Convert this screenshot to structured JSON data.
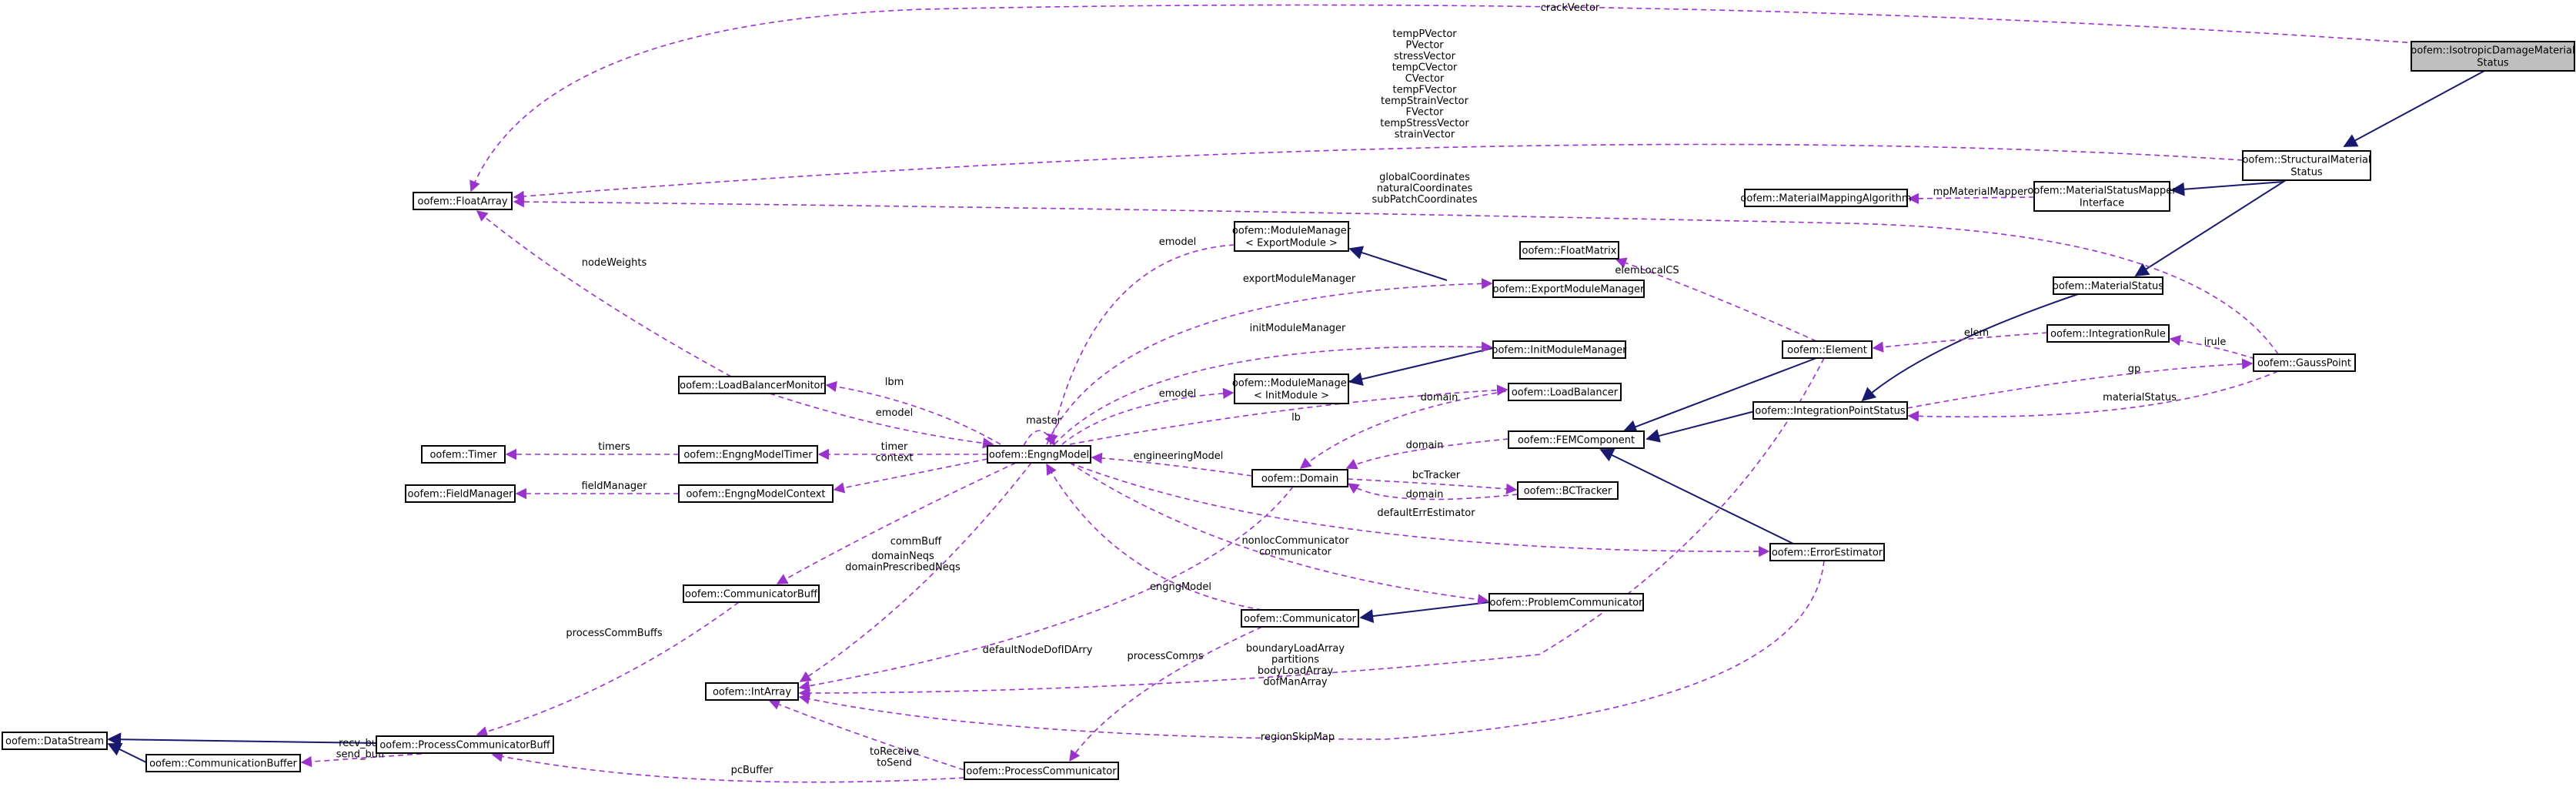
{
  "diagram": {
    "nodes": [
      {
        "id": "isotropic",
        "lines": [
          "oofem::IsotropicDamageMaterial",
          "Status"
        ],
        "root": true
      },
      {
        "id": "structural",
        "lines": [
          "oofem::StructuralMaterial",
          "Status"
        ]
      },
      {
        "id": "floatarray",
        "lines": [
          "oofem::FloatArray"
        ]
      },
      {
        "id": "mapalg",
        "lines": [
          "oofem::MaterialMappingAlgorithm"
        ]
      },
      {
        "id": "mapper",
        "lines": [
          "oofem::MaterialStatusMapper",
          "Interface"
        ]
      },
      {
        "id": "matstatus",
        "lines": [
          "oofem::MaterialStatus"
        ]
      },
      {
        "id": "floatmatrix",
        "lines": [
          "oofem::FloatMatrix"
        ]
      },
      {
        "id": "mmexport",
        "lines": [
          "oofem::ModuleManager",
          "< ExportModule >"
        ]
      },
      {
        "id": "exportmm",
        "lines": [
          "oofem::ExportModuleManager"
        ]
      },
      {
        "id": "element",
        "lines": [
          "oofem::Element"
        ]
      },
      {
        "id": "intrule",
        "lines": [
          "oofem::IntegrationRule"
        ]
      },
      {
        "id": "gausspoint",
        "lines": [
          "oofem::GaussPoint"
        ]
      },
      {
        "id": "initmm",
        "lines": [
          "oofem::InitModuleManager"
        ]
      },
      {
        "id": "lbmonitor",
        "lines": [
          "oofem::LoadBalancerMonitor"
        ]
      },
      {
        "id": "mminit",
        "lines": [
          "oofem::ModuleManager",
          "< InitModule >"
        ]
      },
      {
        "id": "loadbalancer",
        "lines": [
          "oofem::LoadBalancer"
        ]
      },
      {
        "id": "ipstatus",
        "lines": [
          "oofem::IntegrationPointStatus"
        ]
      },
      {
        "id": "timer",
        "lines": [
          "oofem::Timer"
        ]
      },
      {
        "id": "emtimer",
        "lines": [
          "oofem::EngngModelTimer"
        ]
      },
      {
        "id": "engng",
        "lines": [
          "oofem::EngngModel"
        ]
      },
      {
        "id": "fem",
        "lines": [
          "oofem::FEMComponent"
        ]
      },
      {
        "id": "fieldmgr",
        "lines": [
          "oofem::FieldManager"
        ]
      },
      {
        "id": "emcontext",
        "lines": [
          "oofem::EngngModelContext"
        ]
      },
      {
        "id": "domain",
        "lines": [
          "oofem::Domain"
        ]
      },
      {
        "id": "bctracker",
        "lines": [
          "oofem::BCTracker"
        ]
      },
      {
        "id": "errest",
        "lines": [
          "oofem::ErrorEstimator"
        ]
      },
      {
        "id": "commbuff",
        "lines": [
          "oofem::CommunicatorBuff"
        ]
      },
      {
        "id": "probcomm",
        "lines": [
          "oofem::ProblemCommunicator"
        ]
      },
      {
        "id": "communicator",
        "lines": [
          "oofem::Communicator"
        ]
      },
      {
        "id": "intarray",
        "lines": [
          "oofem::IntArray"
        ]
      },
      {
        "id": "datastream",
        "lines": [
          "oofem::DataStream"
        ]
      },
      {
        "id": "pcbuff",
        "lines": [
          "oofem::ProcessCommunicatorBuff"
        ]
      },
      {
        "id": "commbuffer",
        "lines": [
          "oofem::CommunicationBuffer"
        ]
      },
      {
        "id": "proccomm",
        "lines": [
          "oofem::ProcessCommunicator"
        ]
      }
    ],
    "labels": [
      {
        "id": "lbl-crackvector",
        "lines": [
          "crackVector"
        ]
      },
      {
        "id": "lbl-vectors",
        "lines": [
          "tempPVector",
          "PVector",
          "stressVector",
          "tempCVector",
          "CVector",
          "tempFVector",
          "tempStrainVector",
          "FVector",
          "tempStressVector",
          "strainVector"
        ]
      },
      {
        "id": "lbl-coords",
        "lines": [
          "globalCoordinates",
          "naturalCoordinates",
          "subPatchCoordinates"
        ]
      },
      {
        "id": "lbl-mpmapper",
        "lines": [
          "mpMaterialMapper"
        ]
      },
      {
        "id": "lbl-nodeweights",
        "lines": [
          "nodeWeights"
        ]
      },
      {
        "id": "lbl-emodel-mm",
        "lines": [
          "emodel"
        ]
      },
      {
        "id": "lbl-exportmm",
        "lines": [
          "exportModuleManager"
        ]
      },
      {
        "id": "lbl-elemlocalcs",
        "lines": [
          "elemLocalCS"
        ]
      },
      {
        "id": "lbl-initmm",
        "lines": [
          "initModuleManager"
        ]
      },
      {
        "id": "lbl-elem",
        "lines": [
          "elem"
        ]
      },
      {
        "id": "lbl-irule",
        "lines": [
          "irule"
        ]
      },
      {
        "id": "lbl-lbm",
        "lines": [
          "lbm"
        ]
      },
      {
        "id": "lbl-emodel-init",
        "lines": [
          "emodel"
        ]
      },
      {
        "id": "lbl-domain-lb",
        "lines": [
          "domain"
        ]
      },
      {
        "id": "lbl-gp",
        "lines": [
          "gp"
        ]
      },
      {
        "id": "lbl-matstatus",
        "lines": [
          "materialStatus"
        ]
      },
      {
        "id": "lbl-emodel-lbm",
        "lines": [
          "emodel"
        ]
      },
      {
        "id": "lbl-master",
        "lines": [
          "master"
        ]
      },
      {
        "id": "lbl-lb",
        "lines": [
          "lb"
        ]
      },
      {
        "id": "lbl-timers",
        "lines": [
          "timers"
        ]
      },
      {
        "id": "lbl-timer-context",
        "lines": [
          "timer",
          "context"
        ]
      },
      {
        "id": "lbl-domain-fem",
        "lines": [
          "domain"
        ]
      },
      {
        "id": "lbl-engmodel",
        "lines": [
          "engineeringModel"
        ]
      },
      {
        "id": "lbl-fieldmanager",
        "lines": [
          "fieldManager"
        ]
      },
      {
        "id": "lbl-bctracker",
        "lines": [
          "bcTracker"
        ]
      },
      {
        "id": "lbl-domain-bc",
        "lines": [
          "domain"
        ]
      },
      {
        "id": "lbl-defaulterr",
        "lines": [
          "defaultErrEstimator"
        ]
      },
      {
        "id": "lbl-commbuff",
        "lines": [
          "commBuff"
        ]
      },
      {
        "id": "lbl-nonloc",
        "lines": [
          "nonlocCommunicator",
          "communicator"
        ]
      },
      {
        "id": "lbl-domainneqs",
        "lines": [
          "domainNeqs",
          "domainPrescribedNeqs"
        ]
      },
      {
        "id": "lbl-engngmodel",
        "lines": [
          "engngModel"
        ]
      },
      {
        "id": "lbl-proccommbuffs",
        "lines": [
          "processCommBuffs"
        ]
      },
      {
        "id": "lbl-boundary",
        "lines": [
          "boundaryLoadArray",
          "partitions",
          "bodyLoadArray",
          "dofManArray"
        ]
      },
      {
        "id": "lbl-defaultnode",
        "lines": [
          "defaultNodeDofIDArry"
        ]
      },
      {
        "id": "lbl-proccomms",
        "lines": [
          "processComms"
        ]
      },
      {
        "id": "lbl-regionskip",
        "lines": [
          "regionSkipMap"
        ]
      },
      {
        "id": "lbl-recvsend",
        "lines": [
          "recv_buff",
          "send_buff"
        ]
      },
      {
        "id": "lbl-toreceive",
        "lines": [
          "toReceive",
          "toSend"
        ]
      },
      {
        "id": "lbl-pcbuffer",
        "lines": [
          "pcBuffer"
        ]
      }
    ]
  },
  "colors": {
    "inheritance": "#191970",
    "usage": "#9a32cd",
    "root_fill": "#bfbfbf"
  }
}
